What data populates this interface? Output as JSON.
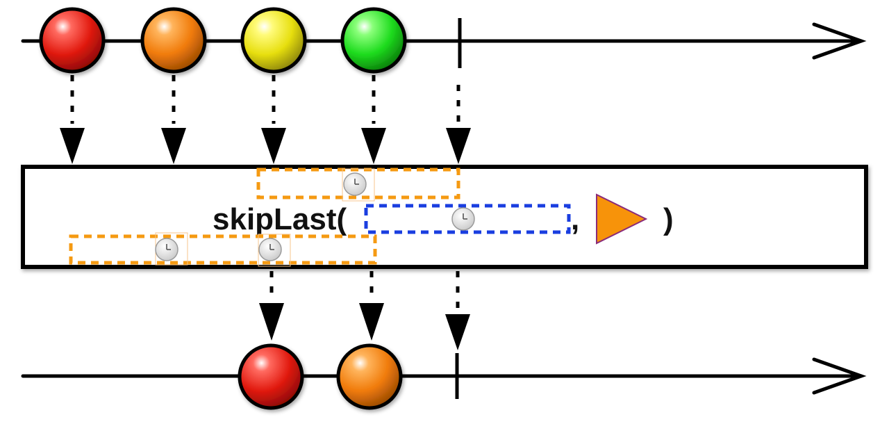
{
  "operator": {
    "name_text": "skipLast(",
    "comma_text": ",",
    "close_text": ")"
  },
  "input_stream": {
    "items": [
      {
        "name": "red",
        "color": "#e11a0f"
      },
      {
        "name": "orange",
        "color": "#f07b0a"
      },
      {
        "name": "yellow",
        "color": "#e7df10"
      },
      {
        "name": "green",
        "color": "#1ddb1d"
      }
    ],
    "completes": true
  },
  "output_stream": {
    "items": [
      {
        "name": "red",
        "color": "#e11a0f"
      },
      {
        "name": "orange",
        "color": "#f07b0a"
      }
    ],
    "completes": true
  },
  "icons": [
    "clock-icon",
    "scheduler-triangle-icon"
  ],
  "colors": {
    "time_window_dash": "#f59a12",
    "duration_dash": "#1a3ee0",
    "scheduler_fill": "#f7930a",
    "scheduler_outline": "#8a2b7a"
  }
}
